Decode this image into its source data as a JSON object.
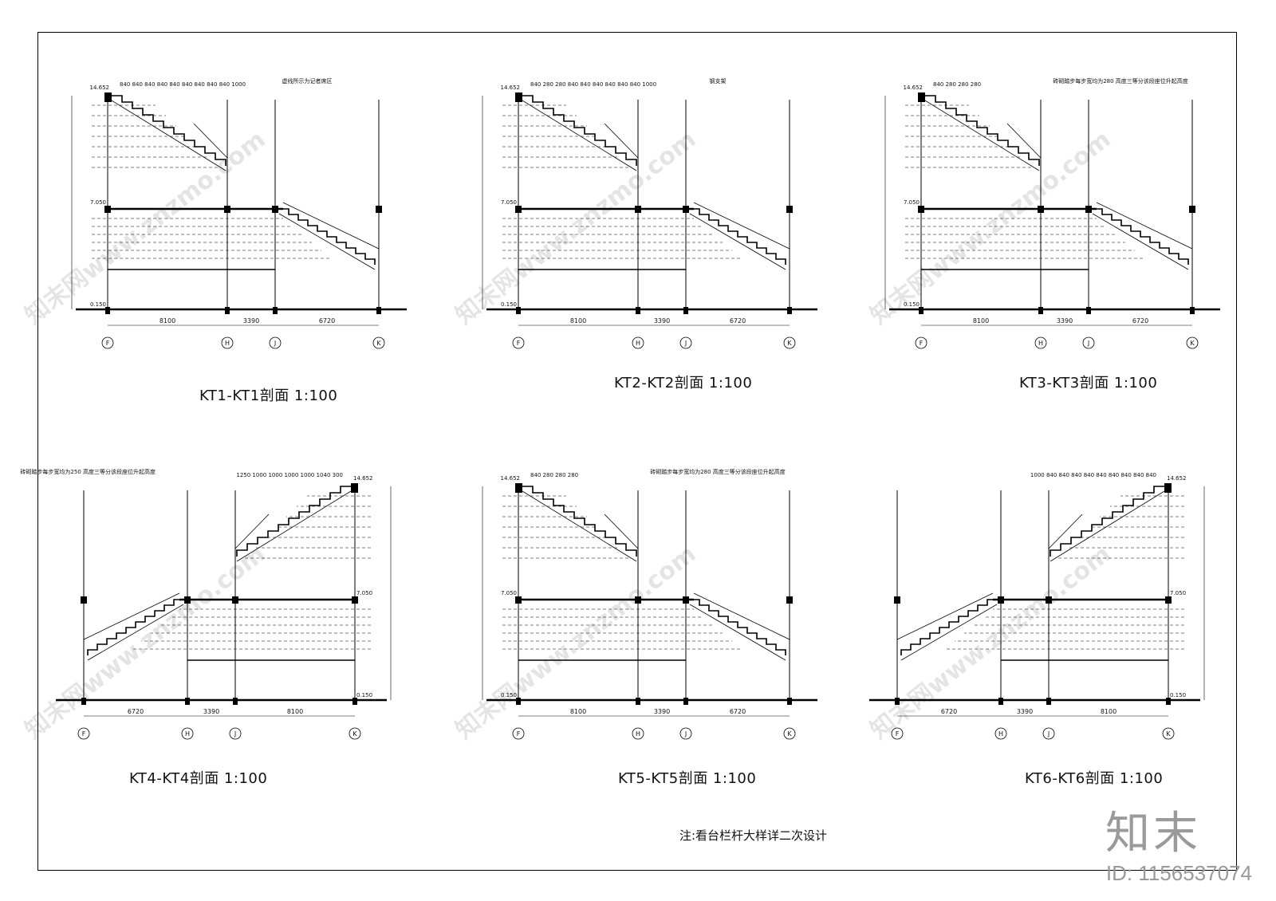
{
  "sections": [
    {
      "title": "KT1-KT1剖面 1:100",
      "steps_label": "840 840 840 840 840 840 840 840 840 1000",
      "top_elev": "14.652",
      "mid_elev": "7.050",
      "floor_elev": "0.150",
      "note": "虚线所示为记者席区",
      "dims": [
        "8100",
        "3390",
        "6720"
      ],
      "axes": [
        "F",
        "H",
        "J",
        "K"
      ]
    },
    {
      "title": "KT2-KT2剖面 1:100",
      "steps_label": "840 280 280 840 840 840 840 840 840 1000",
      "top_elev": "14.652",
      "mid_elev": "7.050",
      "floor_elev": "0.150",
      "note": "钢支架",
      "dims": [
        "8100",
        "3390",
        "6720"
      ],
      "axes": [
        "F",
        "H",
        "J",
        "K"
      ]
    },
    {
      "title": "KT3-KT3剖面 1:100",
      "steps_label": "840 280 280 280",
      "top_elev": "14.652",
      "mid_elev": "7.050",
      "floor_elev": "0.150",
      "note": "砖砌踏步每步宽均为280 高度三等分该段座位升起高度",
      "dims": [
        "8100",
        "3390",
        "6720"
      ],
      "axes": [
        "F",
        "H",
        "J",
        "K"
      ]
    },
    {
      "title": "KT4-KT4剖面 1:100",
      "steps_label": "1250 1000 1000 1000 1000 1040 300",
      "top_elev": "14.652",
      "mid_elev": "7.050",
      "floor_elev": "0.150",
      "note": "砖砌踏步每步宽均为250 高度三等分该段座位升起高度",
      "dims": [
        "6720",
        "3390",
        "8100"
      ],
      "axes": [
        "K",
        "J",
        "H",
        "F"
      ]
    },
    {
      "title": "KT5-KT5剖面 1:100",
      "steps_label": "840 280 280 280",
      "top_elev": "14.652",
      "mid_elev": "7.050",
      "floor_elev": "0.150",
      "note": "砖砌踏步每步宽均为280 高度三等分该段座位升起高度",
      "dims": [
        "8100",
        "3390",
        "6720"
      ],
      "axes": [
        "F",
        "H",
        "J",
        "K"
      ]
    },
    {
      "title": "KT6-KT6剖面 1:100",
      "steps_label": "1000 840 840 840 840 840 840 840 840 840",
      "top_elev": "14.652",
      "mid_elev": "7.050",
      "floor_elev": "0.150",
      "note": "",
      "dims": [
        "6720",
        "3390",
        "8100"
      ],
      "axes": [
        "K",
        "J",
        "H",
        "F"
      ]
    }
  ],
  "footer_note": "注:看台栏杆大样详二次设计",
  "logo_text": "知末",
  "id_text": "ID: 1156537074",
  "watermark": "知末网www.znzmo.com"
}
